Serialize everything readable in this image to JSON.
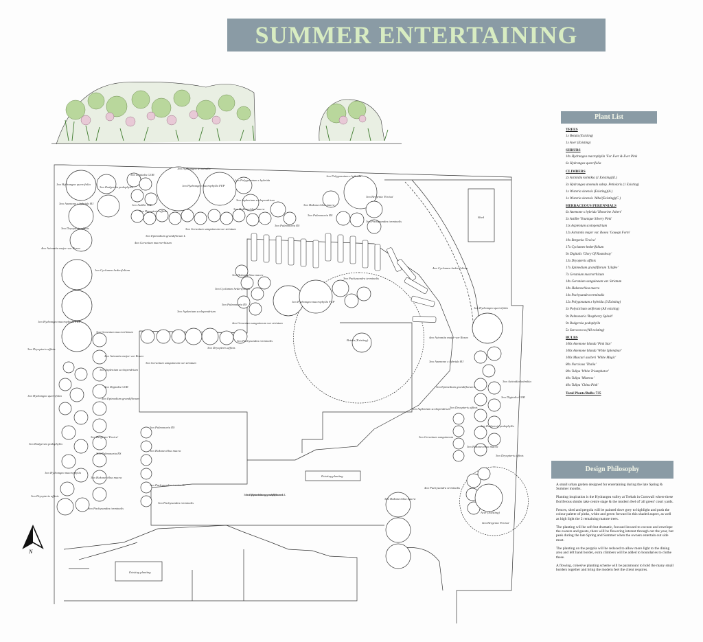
{
  "title": "SUMMER ENTERTAINING",
  "plant_list": {
    "heading": "Plant List",
    "groups": [
      {
        "category": "TREES",
        "items": [
          "1x Betula (Existing)",
          "1x Acer (Existing)"
        ]
      },
      {
        "category": "SHRUBS",
        "items": [
          "10x Hydrangea macrophylla 'For Ever & Ever Pink",
          "6x Hydrangea quercifolia"
        ]
      },
      {
        "category": "CLIMBERS",
        "items": [
          "2x Actinidia kolmikta (1 Existing)(E.)",
          "3x Hydrangea anomala subsp. Petiolaris (1 Existing)",
          "1x Wisteria sinensis (Existing)(A.)",
          "1x Wisteria sinensis 'Alba'(Existing)(C.)"
        ]
      },
      {
        "category": "HERBACEOUS PERENNIALS",
        "items": [
          "6x Anemone x hybrida 'Honorine Jobert'",
          "3x Astilbe 'Younique Silvery Pink'",
          "11x Asplenium scolopendrium",
          "12x Astrantia major var. Rosea 'Gouegn Form'",
          "19x Bergenia 'Eroica'",
          "17x Cyclamen hederifolium",
          "9x Digitalis 'Glory Of Roundway'",
          "13x Dryopteris affinis",
          "17x Epimedium grandiflorum 'Lilafee'",
          "7x Geranium macrorrhizum",
          "18x Geranium sanguineum var. Striatum",
          "18x Hakonechloa macra",
          "14x Pachysandra terminalis",
          "12x Polygonatum x hybrida (3 Existing)",
          "3x Polystichum setiferum (All existing)",
          "9x Pulmonaria 'Raspberry Splash'",
          "9x Rodgersia podophylla",
          "5x Sarcococca (All existing)"
        ]
      },
      {
        "category": "BULBS",
        "items": [
          "100x Anemone blanda 'Pink Star'",
          "100x Anemone blanda 'White Splendour'",
          "100x Muscari aucheri 'White Magic'",
          "80x Narcissus 'Thalia'",
          "80x Tulipa 'White Triumphator'",
          "40x Tulipa 'Mistress'",
          "40x Tulipa 'China Pink'"
        ]
      }
    ],
    "total": "Total Plants/Bulbs 735"
  },
  "design_philosophy": {
    "heading": "Design Philosophy",
    "paragraphs": [
      "A small urban garden designed for entertaining during the late Spring & Summer months.",
      "Planting inspiration is the Hydrangea valley at Trebah in Cornwall where these floriferous shrubs take centre stage & the modern feel of 'all green' court yards.",
      "Fences, shed and pergola will be painted dove grey to highlight and push the colour palette of pinks, white and green forward in this shaded aspect, as well as high light the 2 remaining mature trees.",
      "The planting will be soft but dramatic, focused inward to cocoon and envelope the owners and guests, there will be flowering interest through out the year, but peak during the late Spring and Summer when the owners entertain out side most.",
      "The planting on the pergola will be reduced to allow more light to the dining area and left hand border, extra climbers will be added to boundaries to clothe these.",
      "A flowing, cohesive planting scheme will be paramount to hold the many small borders together and bring the modern feel the client requires."
    ]
  },
  "plan_labels": {
    "shed": "Shed",
    "betula": "Betula (Existing)",
    "acer": "Acer (Existing)",
    "existing_planting_1": "Existing planting",
    "existing_planting_2": "Existing planting",
    "north": "N",
    "l01": "1no Hydrangea terminalis",
    "l02": "3no Digitalis GOR",
    "l03": "1no Hydrangea quercifolia",
    "l04": "3no Rodgersia podophylla",
    "l05": "1no Hydrangea macrophylla FEP",
    "l06": "1no Polygonatum x hybrida",
    "l07": "3no Anemone x hybrida HJ",
    "l08": "1no Astilbe YSP",
    "l09": "3no Dryopteris affinis",
    "l10": "3no Asplenium scolopendrium",
    "l11": "3no Hakonechloa macra",
    "l12": "3no Dryopteris affinis",
    "l13": "3no Pulmonaria RS",
    "l14": "3no Geranium sanguineum var striatum",
    "l15": "3no Epimedium grandiflorum L",
    "l16": "4no Geranium macrorrhizum",
    "l17": "4no Astrantia major var Rosea",
    "l18": "1no Polygonatum x hybrida",
    "l19": "3no Bergenia 'Eroica'",
    "l20": "3no Hakonechloa macra",
    "l21": "3no Pulmonaria RS",
    "l22": "3no Pachysandra terminalis",
    "l23": "1no Cyclamen hederifolium",
    "l24": "1no Hydrangea macrophylla FEP",
    "l25": "3no Hakonechloa macra",
    "l26": "3no Cyclamen hederifolium",
    "l27": "3no Pulmonaria RS",
    "l28": "3no Pachysandra terminalis",
    "l29": "4no Cyclamen hederifolium",
    "l30": "3no Asplenium scolopendrium",
    "l31": "4no Geranium sanguineum var striatum",
    "l32": "1no Hydrangea macrophylla FEP",
    "l33": "3no Geranium macrorrhizum",
    "l34": "3no Pachysandra terminalis",
    "l35": "3no Dryopteris affinis",
    "l36": "4no Astrantia major var Rosea",
    "l37": "3no Dryopteris affinis",
    "l38": "3no Asplenium scolopendrium",
    "l39": "3no Geranium sanguineum var striatum",
    "l40": "1no Hydrangea quercifolia",
    "l41": "3no Digitalis GOR",
    "l42": "4no Epimedium grandiflorum",
    "l43": "3no Pulmonaria RS",
    "l44": "3no Hakonechloa macra",
    "l45": "3no Bergenia 'Eroica'",
    "l46": "3no Pulmonaria RS",
    "l47": "3no Rodgersia podophylla",
    "l48": "3no Hakonechloa macra",
    "l49": "1no Hydrangea macrophylla",
    "l50": "3no Dryopteris affinis",
    "l51": "3no Pachysandra terminalis",
    "l52": "3no Pachysandra terminalis",
    "l53": "3no Epimedium grandiflorum L",
    "l54": "4no Astrantia major var Rosea",
    "l55": "1no Hydrangea quercifolia",
    "l56": "3no Anemone x hybrida HJ",
    "l57": "3no Epimedium grandiflorum L",
    "l58": "3no Actinidia kolmikta",
    "l59": "3no Digitalis GOR",
    "l60": "3no Asplenium scolopendrium",
    "l61": "3no Dryopteris affinis",
    "l62": "3no Rodgersia podophylla",
    "l63": "3no Geranium sanguineum",
    "l64": "3no Hakonechloa macra",
    "l65": "3no Dryopteris affinis",
    "l66": "4no Pachysandra terminalis",
    "l67": "4no Bergenia 'Eroica'",
    "l68": "3no Hakonechloa macra",
    "l69": "3no Epimedium grandiflorum L",
    "l70": "3no Pachysandra terminalis"
  }
}
